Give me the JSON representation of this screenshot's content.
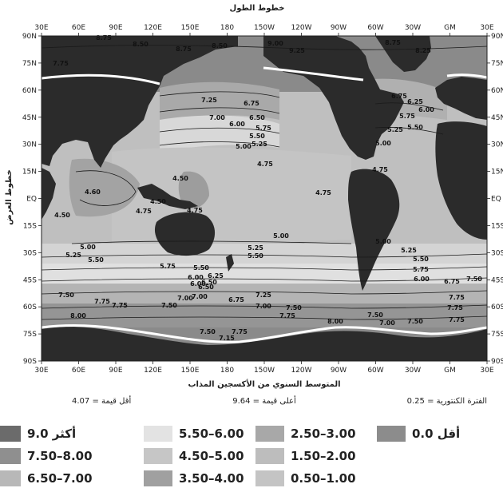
{
  "map": {
    "title_top": "خطوط الطول",
    "ylabel": "خطوط العرض",
    "caption": "المتوسط السنوي من الأكسجين المذاب",
    "min_label": "أقل قيمة = 4.07",
    "max_label": "أعلى قيمة = 9.64",
    "interval_label": "الفترة الكنتورية = 0.25",
    "x_ticks": [
      "30E",
      "60E",
      "90E",
      "120E",
      "150E",
      "180",
      "150W",
      "120W",
      "90W",
      "60W",
      "30W",
      "GM",
      "30E"
    ],
    "y_ticks": [
      "90N",
      "75N",
      "60N",
      "45N",
      "30N",
      "15N",
      "EQ",
      "15S",
      "30S",
      "45S",
      "60S",
      "75S",
      "90S"
    ],
    "contour_labels": [
      "8.75",
      "8.50",
      "8.75",
      "8.50",
      "9.00",
      "9.25",
      "8.75",
      "8.25",
      "7.75",
      "7.25",
      "6.75",
      "7.00",
      "6.50",
      "6.00",
      "5.75",
      "5.50",
      "5.25",
      "5.00",
      "6.75",
      "6.25",
      "6.00",
      "5.75",
      "5.25",
      "5.50",
      "5.00",
      "4.75",
      "4.50",
      "4.60",
      "4.50",
      "4.50",
      "4.75",
      "4.75",
      "4.75",
      "4.75",
      "5.00",
      "5.25",
      "5.50",
      "5.00",
      "5.25",
      "5.50",
      "5.75",
      "6.00",
      "5.00",
      "5.25",
      "5.50",
      "5.75",
      "6.25",
      "6.50",
      "7.00",
      "6.75",
      "7.50",
      "7.75",
      "8.00",
      "7.75",
      "7.50",
      "7.25",
      "7.00",
      "7.50",
      "7.75",
      "8.00",
      "7.50",
      "7.75",
      "7.75",
      "7.00",
      "7.50",
      "7.75",
      "7.50",
      "7.75",
      "7.15",
      "6.00",
      "5.50",
      "6.00",
      "7.00",
      "6.50",
      "6.75",
      "7.50"
    ]
  },
  "legend": [
    {
      "label": "أكثر 9.0",
      "color": "#6b6b6b"
    },
    {
      "label": "5.50–6.00",
      "color": "#e3e3e3"
    },
    {
      "label": "2.50–3.00",
      "color": "#a8a8a8"
    },
    {
      "label": "أقل 0.0",
      "color": "#8c8c8c"
    },
    {
      "label": "7.50–8.00",
      "color": "#8f8f8f"
    },
    {
      "label": "4.50–5.00",
      "color": "#c6c6c6"
    },
    {
      "label": "1.50–2.00",
      "color": "#bdbdbd"
    },
    {
      "label": "6.50–7.00",
      "color": "#b8b8b8"
    },
    {
      "label": "3.50–4.00",
      "color": "#a0a0a0"
    },
    {
      "label": "0.50–1.00",
      "color": "#c4c4c4"
    }
  ],
  "colors": {
    "land": "#2b2b2b",
    "polar": "#8a8a8a",
    "mid": "#a9a9a9",
    "temperate": "#c9c9c9",
    "tropical": "#bcbcbc",
    "low": "#9c9c9c",
    "ice": "#ffffff"
  }
}
